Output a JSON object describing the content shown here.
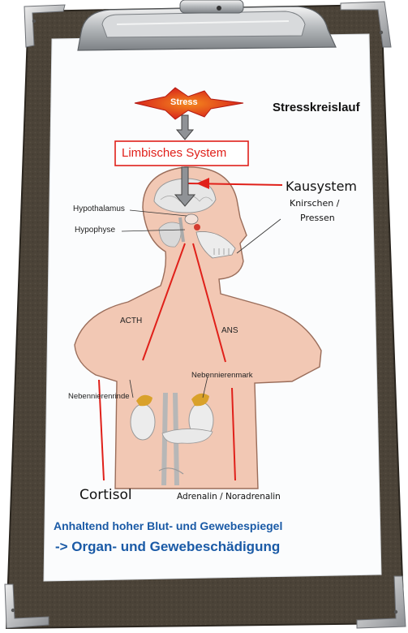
{
  "header": {
    "title": "Stresskreislauf"
  },
  "diagram": {
    "stress": "Stress",
    "limbic": "Limbisches System",
    "kausystem": "Kausystem",
    "knirschen": "Knirschen /",
    "pressen": "Pressen",
    "hypothalamus": "Hypothalamus",
    "hypophyse": "Hypophyse",
    "acth": "ACTH",
    "ans": "ANS",
    "nnr": "Nebennierenrinde",
    "nnm": "Nebennierenmark",
    "cortisol": "Cortisol",
    "adrenalin": "Adrenalin / Noradrenalin"
  },
  "footer": {
    "line1": "Anhaltend hoher Blut- und Gewebespiegel",
    "line2": "-> Organ- und Gewebeschädigung"
  },
  "colors": {
    "board": "#4a4238",
    "paper": "#fbfcfd",
    "skin": "#f2c8b4",
    "red": "#e0201a",
    "blue": "#1a5aa6",
    "gold": "#d9a12a"
  }
}
